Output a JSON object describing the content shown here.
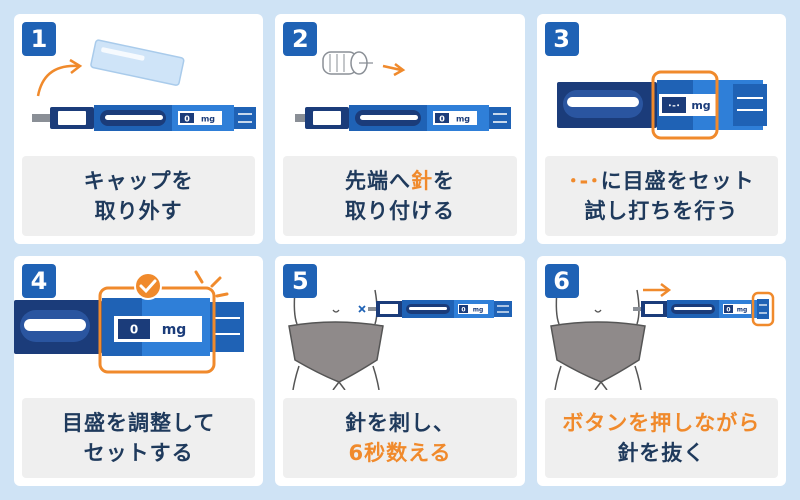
{
  "colors": {
    "brand_blue": "#1f62b5",
    "dark_blue": "#1b3c7a",
    "accent_orange": "#f08a2c",
    "panel_bg": "#efefef",
    "page_bg": "#cfe3f5"
  },
  "steps": [
    {
      "number": "1",
      "icon": "pen-cap-removal-icon",
      "line1": "キャップを",
      "line2": "取り外す",
      "dial": "0",
      "unit": "mg"
    },
    {
      "number": "2",
      "icon": "needle-attach-icon",
      "line1_pre": "先端へ",
      "line1_accent": "針",
      "line1_post": "を",
      "line2": "取り付ける",
      "dial": "0",
      "unit": "mg"
    },
    {
      "number": "3",
      "icon": "dose-window-test-icon",
      "line1_accent": "･-･",
      "line1_post": "に目盛をセット",
      "line2": "試し打ちを行う",
      "dial": "･-･",
      "unit": "mg"
    },
    {
      "number": "4",
      "icon": "dose-set-check-icon",
      "line1": "目盛を調整して",
      "line2": "セットする",
      "dial": "0",
      "unit": "mg"
    },
    {
      "number": "5",
      "icon": "abdomen-injection-icon",
      "line1": "針を刺し、",
      "line2": "6秒数える",
      "dial": "0",
      "unit": "mg"
    },
    {
      "number": "6",
      "icon": "press-button-icon",
      "line1": "ボタンを押しながら",
      "line2": "針を抜く",
      "dial": "0",
      "unit": "mg"
    }
  ]
}
